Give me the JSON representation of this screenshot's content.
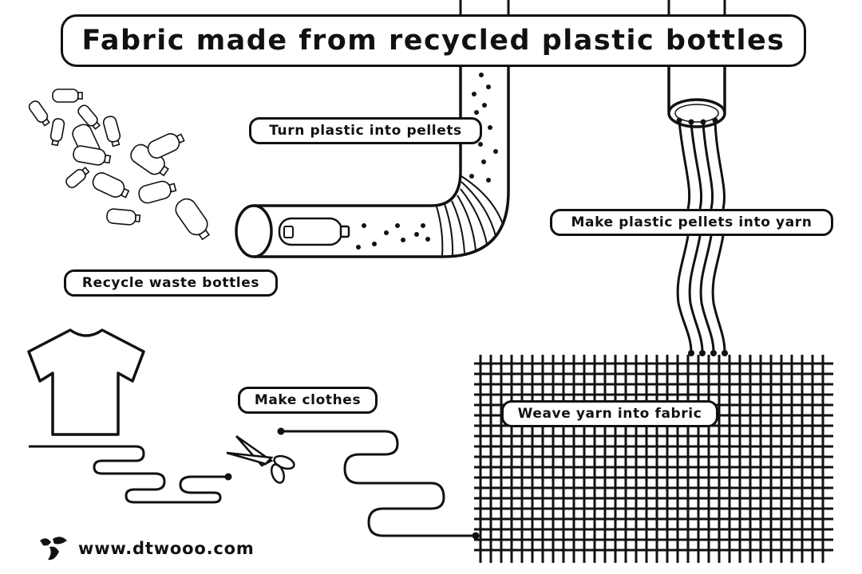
{
  "title": "Fabric made from recycled plastic bottles",
  "steps": {
    "recycle": "Recycle waste bottles",
    "pellets": "Turn plastic into pellets",
    "yarn": "Make plastic pellets into yarn",
    "weave": "Weave yarn into fabric",
    "clothes": "Make clothes"
  },
  "footer": {
    "url": "www.dtwooo.com",
    "logo_icon": "dtwooo-logo-icon"
  },
  "colors": {
    "ink": "#111111",
    "background": "#ffffff"
  }
}
